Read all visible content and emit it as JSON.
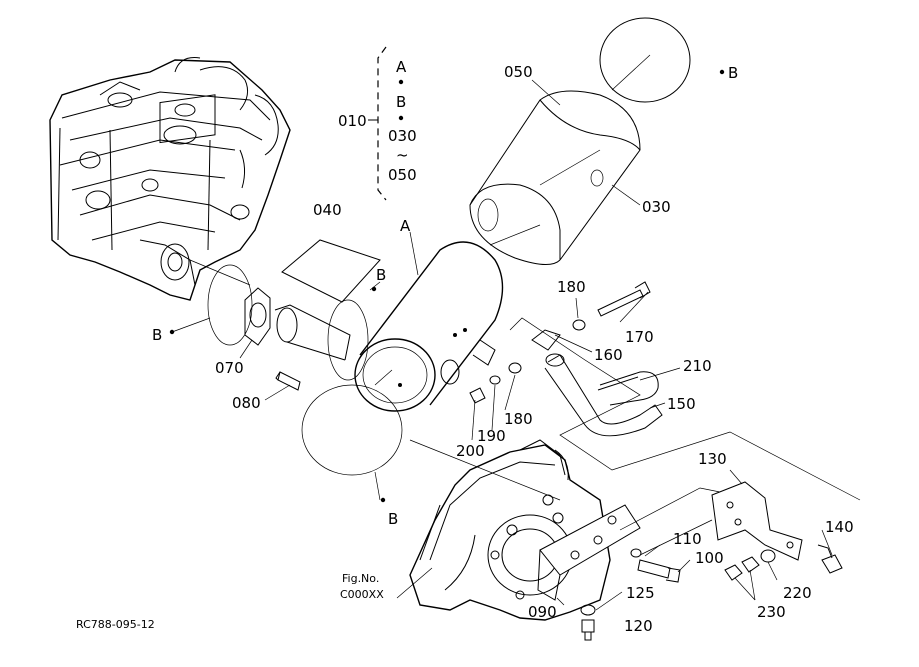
{
  "figure_id": "RC788-095-12",
  "fig_caption": {
    "line1": "Fig.No.",
    "line2": "C000XX"
  },
  "group_bracket": {
    "part": "010",
    "items": [
      "A",
      "B",
      "030",
      "~",
      "050"
    ]
  },
  "labels": {
    "p030": "030",
    "p040": "040",
    "p050": "050",
    "p070": "070",
    "p080": "080",
    "p090": "090",
    "p100": "100",
    "p110": "110",
    "p120": "120",
    "p125": "125",
    "p130": "130",
    "p140": "140",
    "p150": "150",
    "p160": "160",
    "p170": "170",
    "p180a": "180",
    "p180b": "180",
    "p190": "190",
    "p200": "200",
    "p210": "210",
    "p220": "220",
    "p230": "230",
    "refA": "A",
    "refB1": "B",
    "refB2": "B",
    "refB3": "B",
    "refB4": "B"
  }
}
